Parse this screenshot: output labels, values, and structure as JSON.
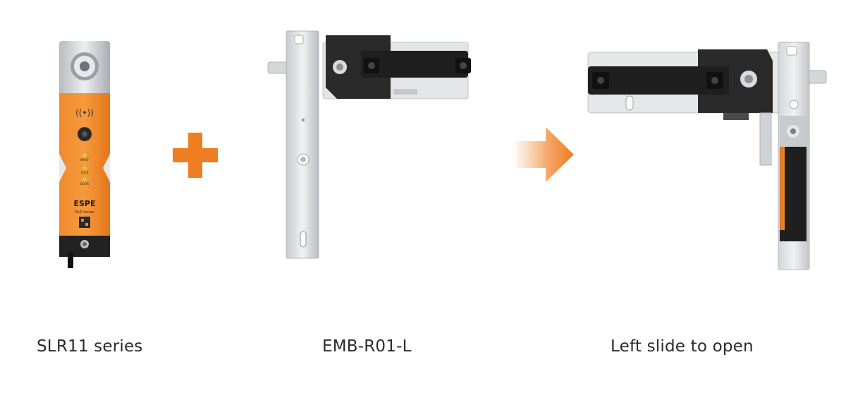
{
  "device": {
    "brand": "ESPE",
    "series_text": "SLR Series",
    "indicators": [
      "INPUT",
      "LOCK",
      "DOOR"
    ]
  },
  "captions": {
    "product_one": "SLR11 series",
    "product_two": "EMB-R01-L",
    "result": "Left slide to open"
  },
  "colors": {
    "accent_orange": "#ef7d22",
    "metal": "#d8dadc",
    "dark": "#1f1f1f"
  }
}
